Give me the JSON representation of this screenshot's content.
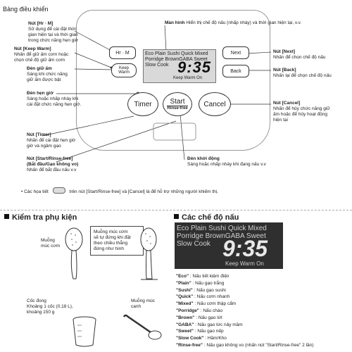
{
  "header": {
    "title": "Bảng điều khiển"
  },
  "panel": {
    "btn_hrm": "Hr · M",
    "btn_keepwarm": [
      "Keep",
      "Warm"
    ],
    "btn_next": "Next",
    "btn_back": "Back",
    "btn_timer": "Timer",
    "btn_start": "Start",
    "btn_start_sub": "Rinse-free",
    "btn_cancel": "Cancel",
    "lcd": {
      "row1": "Eco Plain Sushi Quick Mixed",
      "row2": "Porridge BrownGABA Sweet",
      "row3": "Slow Cook",
      "time": "9:35",
      "keep": "Keep Warm On"
    }
  },
  "callouts": {
    "hrm_title": "Nút [Hr · M]",
    "hrm_desc": [
      "Sử dụng để cài đặt thời",
      "gian hiện tại và thời gian",
      "trong chức năng hẹn giờ"
    ],
    "keep_title": "Nút [Keep Warm]",
    "keep_desc": [
      "Nhấn để giữ ấm cơm hoặc",
      "chọn chế độ giữ ấm cơm"
    ],
    "keeplamp_title": "Đèn giữ ấm",
    "keeplamp_desc": [
      "Sáng khi chức năng",
      "giữ ấm được bật"
    ],
    "timerlamp_title": "Đèn hẹn giờ",
    "timerlamp_desc": [
      "Sáng hoặc nhấp nháy khi",
      "cài đặt chức năng hẹn giờ."
    ],
    "timer_title": "Nút [Timer]",
    "timer_desc": [
      "Nhấn để cài đặt hẹn giờ",
      "giờ và ngâm gạo"
    ],
    "start_title": "Nút [Start/Rinse-free]",
    "start_title2": "(Bắt đầu/Gạo không vo)",
    "start_desc": "Nhấn để bắt đầu nấu v.v",
    "display_title": "Màn hình",
    "display_desc": "Hiển thị chế độ nấu (nhấp nháy) và thời gian hiện tại, v.v.",
    "next_title": "Nút [Next]",
    "next_desc": "Nhấn để chọn chế độ nấu",
    "back_title": "Nút [Back]",
    "back_desc": "Nhấn lại để chọn chế độ nấu",
    "cancel_title": "Nút [Cancel]",
    "cancel_desc": [
      "Nhấn để hủy chức năng giữ",
      "ấm hoặc để hủy hoạt động",
      "hiện tại"
    ],
    "startlamp_title": "Đèn khởi động",
    "startlamp_desc": "Sáng hoặc nhấp nháy khi đang nấu v.v",
    "note_prefix": "• Các họa tiết",
    "note_text": "trên nút [Start/Rinse-free] và [Cancel] là để hỗ trợ những người khiếm thị."
  },
  "accessories": {
    "title": "Kiểm tra phụ kiện",
    "rice_spoon": [
      "Muỗng",
      "múc cơm"
    ],
    "spoon_note": [
      "Muỗng múc cơm",
      "sẽ tự đứng khi đặt",
      "theo chiều thẳng",
      "đứng như hình"
    ],
    "cup": [
      "Cốc đong",
      "Khoảng 1 cốc (0,18 L),",
      "khoảng 150 g"
    ],
    "soup_ladle": [
      "Muỗng múc",
      "canh"
    ]
  },
  "modes": {
    "title": "Các chế độ nấu",
    "screen": {
      "row1": "Eco Plain Sushi Quick Mixed",
      "row2": "Porridge BrownGABA Sweet",
      "row3": "Slow Cook",
      "time": "9:35",
      "keep": "Keep Warm On"
    },
    "list": [
      {
        "name": "\"Eco\"",
        "desc": ": Nấu tiết kiệm điện"
      },
      {
        "name": "\"Plain\"",
        "desc": ": Nấu gạo trắng"
      },
      {
        "name": "\"Sushi\"",
        "desc": ": Nấu gạo sushi"
      },
      {
        "name": "\"Quick\"",
        "desc": ": Nấu cơm nhanh"
      },
      {
        "name": "\"Mixed\"",
        "desc": ": Nấu cơm thập cẩm"
      },
      {
        "name": "\"Porridge\"",
        "desc": ": Nấu cháo"
      },
      {
        "name": "\"Brown\"",
        "desc": ": Nấu gạo lứt"
      },
      {
        "name": "\"GABA\"",
        "desc": ": Nấu gạo lức nảy mầm"
      },
      {
        "name": "\"Sweet\"",
        "desc": ": Nấu gạo nếp"
      },
      {
        "name": "\"Slow Cook\"",
        "desc": ": Hầm/Kho"
      },
      {
        "name": "\"Rinse-free\"",
        "desc": ": Nấu gạo không vo (nhấn nút \"Start/Rinse-free\" 2 lần)"
      }
    ]
  }
}
